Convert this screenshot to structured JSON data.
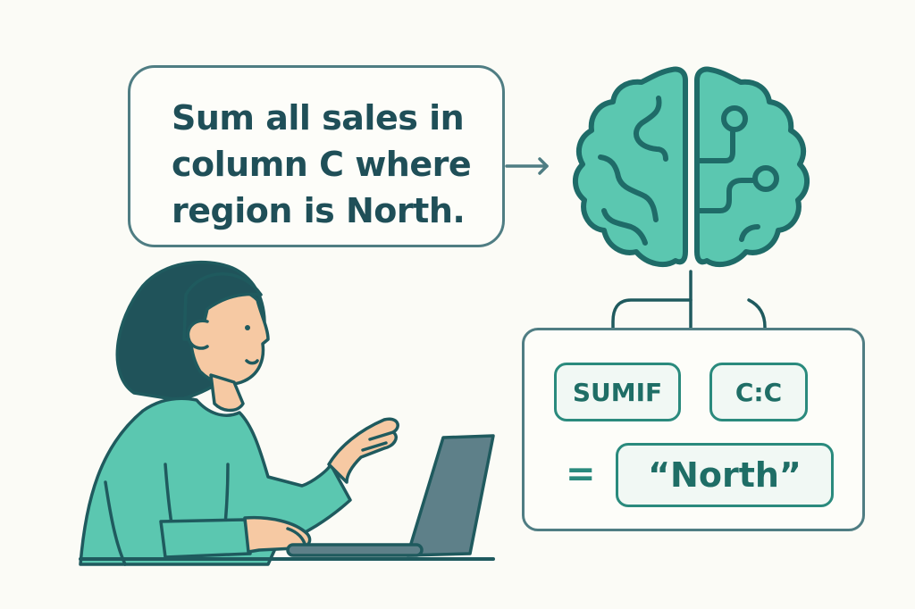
{
  "prompt_bubble": {
    "lines": [
      "Sum all sales in",
      "column C where",
      "region is North."
    ]
  },
  "brain": {
    "icon": "brain-icon",
    "fill_color": "#5bc7b0",
    "stroke_color": "#1f6b68"
  },
  "formula": {
    "function_chip": "SUMIF",
    "range_chip": "C:C",
    "operator": "=",
    "criteria_chip": "“North”"
  },
  "person": {
    "description": "woman typing on laptop",
    "shirt_color": "#5bc7b0",
    "hair_color": "#20535a",
    "skin_color": "#f6c9a3",
    "laptop_color": "#5e8089"
  },
  "colors": {
    "background": "#fbfbf6",
    "outline": "#4f7d83",
    "text_dark": "#1f4f58",
    "accent": "#2a8a7d"
  }
}
